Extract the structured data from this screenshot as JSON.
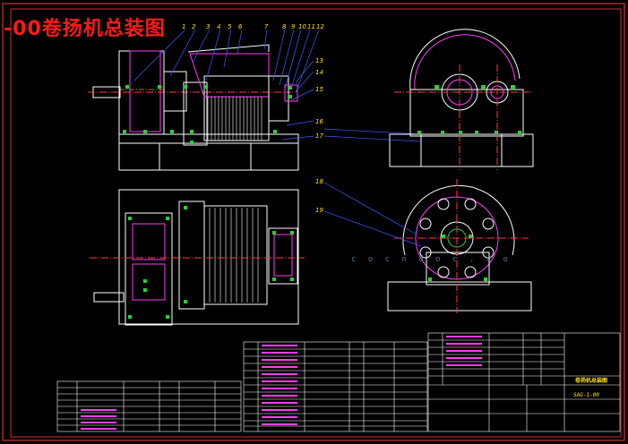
{
  "drawing": {
    "title": "-00卷扬机总装图",
    "watermark": "c o c n d o c . c o",
    "callouts_top": [
      "1",
      "2",
      "3",
      "4",
      "5",
      "6",
      "7",
      "8",
      "9",
      "10",
      "11",
      "12"
    ],
    "callouts_right": [
      "13",
      "14",
      "15",
      "16",
      "17"
    ],
    "callouts_lower": [
      "18",
      "19"
    ]
  },
  "title_block": {
    "drawing_name": "卷扬机总装图",
    "drawing_no": "SAG-1-00"
  },
  "colors": {
    "background": "#000000",
    "frame": "#ff3b3b",
    "outline": "#ffffff",
    "leader": "#3a5cff",
    "bolt": "#29d13a",
    "accent": "#ff3df5",
    "center_line": "#ff3b3b",
    "callout_text": "#ffe100"
  }
}
